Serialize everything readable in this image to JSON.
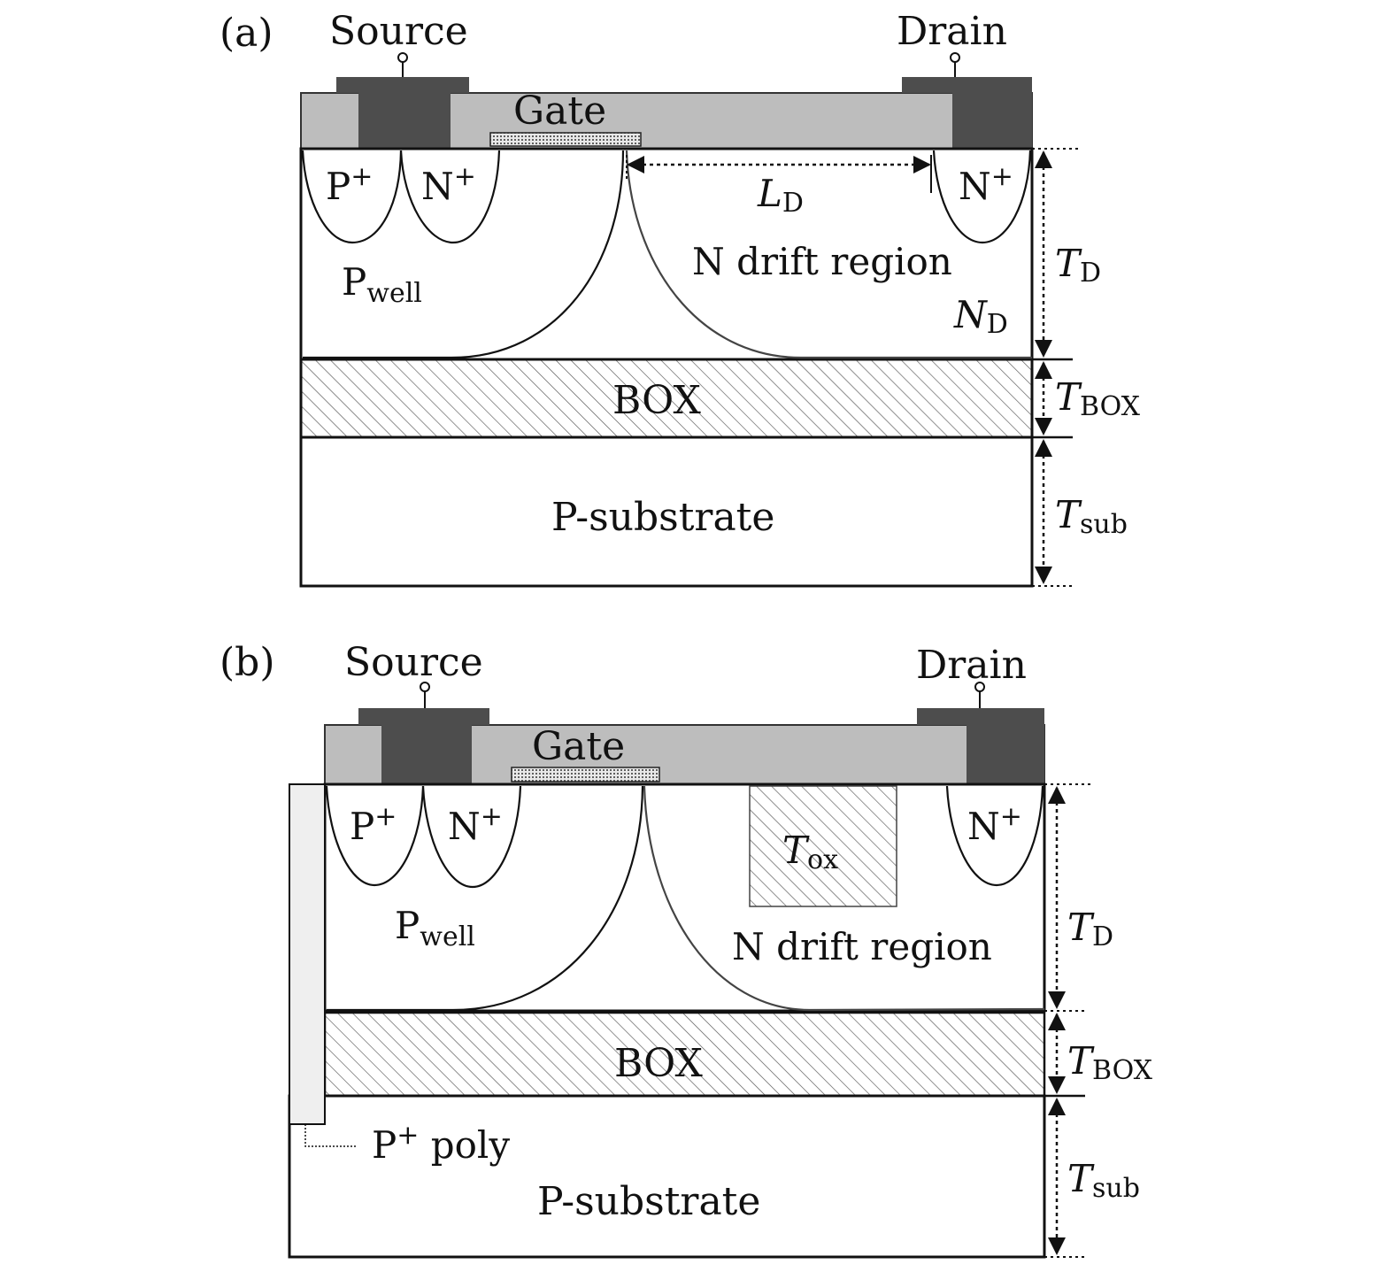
{
  "panel_a": {
    "tag": "(a)",
    "source": "Source",
    "drain": "Drain",
    "gate": "Gate",
    "p_plus": "P",
    "n_plus_left": "N",
    "n_plus_right": "N",
    "plus": "+",
    "ld": "L",
    "ld_sub": "D",
    "pwell": "P",
    "pwell_sub": "well",
    "drift": "N drift region",
    "nd": "N",
    "nd_sub": "D",
    "box": "BOX",
    "psub": "P-substrate",
    "td": "T",
    "td_sub": "D",
    "tbox": "T",
    "tbox_sub": "BOX",
    "tsub": "T",
    "tsub_sub": "sub"
  },
  "panel_b": {
    "tag": "(b)",
    "source": "Source",
    "drain": "Drain",
    "gate": "Gate",
    "p_plus": "P",
    "n_plus_left": "N",
    "n_plus_right": "N",
    "plus": "+",
    "tox": "T",
    "tox_sub": "ox",
    "pwell": "P",
    "pwell_sub": "well",
    "drift": "N drift region",
    "box": "BOX",
    "poly": "P",
    "poly_suffix": " poly",
    "psub": "P-substrate",
    "td": "T",
    "td_sub": "D",
    "tbox": "T",
    "tbox_sub": "BOX",
    "tsub": "T",
    "tsub_sub": "sub"
  },
  "colors": {
    "metal": "#4d4d4d",
    "oxide_top": "#bdbdbd",
    "poly_trench": "#efefef",
    "line": "#111111"
  }
}
